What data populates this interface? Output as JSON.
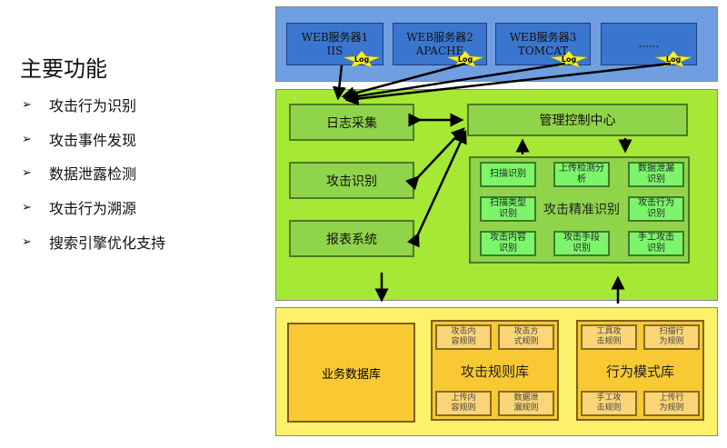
{
  "left": {
    "title": "主要功能",
    "bullet_icon": "arrow-right-icon",
    "items": [
      "攻击行为识别",
      "攻击事件发现",
      "数据泄露检测",
      "攻击行为溯源",
      "搜索引擎优化支持"
    ]
  },
  "servers": [
    {
      "name": "WEB服务器1",
      "sub": "IIS",
      "log": "Log"
    },
    {
      "name": "WEB服务器2",
      "sub": "APACHE",
      "log": "Log"
    },
    {
      "name": "WEB服务器3",
      "sub": "TOMCAT",
      "log": "Log"
    },
    {
      "name": "......",
      "sub": "",
      "log": "Log"
    }
  ],
  "middle": {
    "log_collect": "日志采集",
    "attack_identify": "攻击识别",
    "report": "报表系统",
    "control_center": "管理控制中心",
    "precise": "攻击精准识别",
    "cells": [
      "扫描识别",
      "上传检测分析",
      "数据泄漏识别",
      "扫描类型识别",
      "攻击行为识别",
      "攻击内容识别",
      "攻击手段识别",
      "手工攻击识别"
    ]
  },
  "bottom": {
    "db": "业务数据库",
    "rules": {
      "title": "攻击规则库",
      "cells": [
        "攻击内容规则",
        "攻击方式规则",
        "上传内容规则",
        "数据泄漏规则"
      ]
    },
    "patterns": {
      "title": "行为模式库",
      "cells": [
        "工具攻击规则",
        "扫描行为规则",
        "手工攻击规则",
        "上传行为规则"
      ]
    }
  },
  "colors": {
    "blue_panel": "#6f9fe0",
    "green_panel": "#a5e835",
    "yellow_panel": "#fdf06a"
  }
}
